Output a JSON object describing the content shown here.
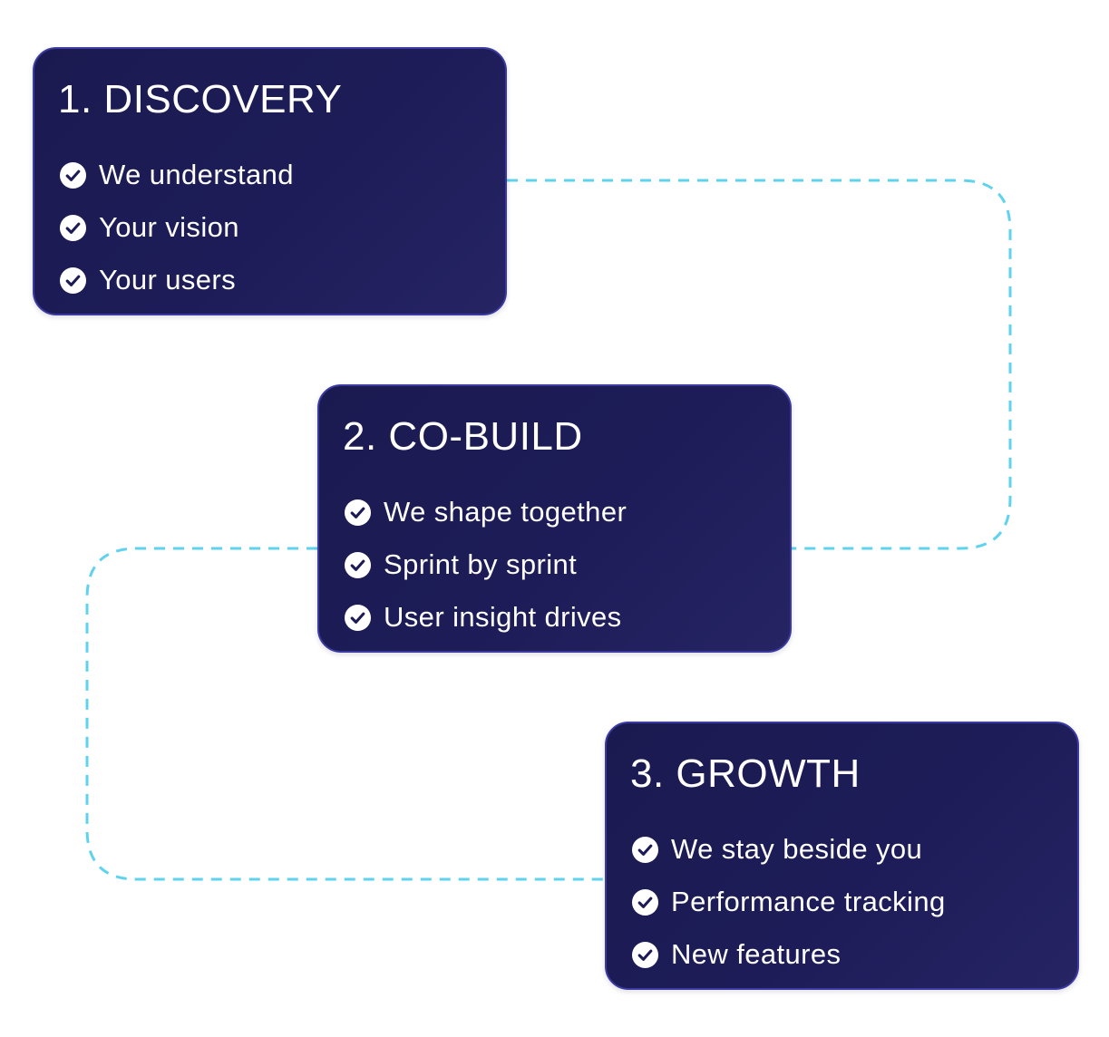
{
  "colors": {
    "card_background": "#1c1b55",
    "card_border": "#3a3aa0",
    "connector": "#5fd3ee",
    "text": "#ffffff",
    "check_fill": "#ffffff",
    "check_mark": "#1c1b55"
  },
  "icons": {
    "check": "check-circle-icon"
  },
  "steps": [
    {
      "title": "1. DISCOVERY",
      "items": [
        "We understand",
        "Your vision",
        "Your users"
      ]
    },
    {
      "title": "2. CO-BUILD",
      "items": [
        "We shape together",
        "Sprint by sprint",
        "User insight drives"
      ]
    },
    {
      "title": "3. GROWTH",
      "items": [
        "We stay beside you",
        "Performance tracking",
        "New features"
      ]
    }
  ]
}
